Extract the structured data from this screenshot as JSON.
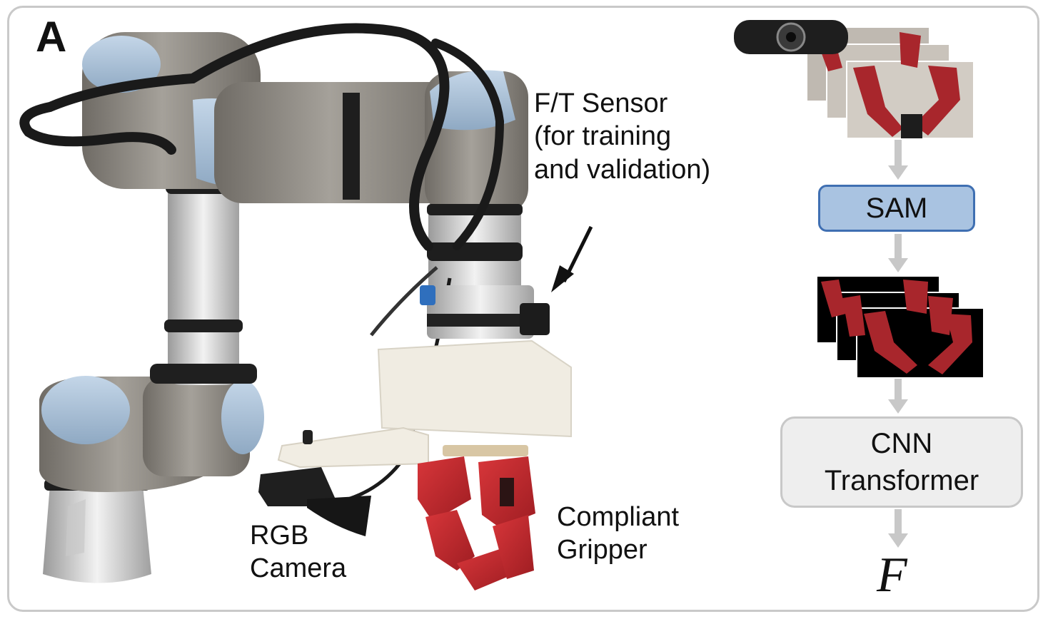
{
  "panel_label": "A",
  "labels": {
    "ft_sensor": "F/T Sensor",
    "ft_sensor_note_1": "(for training",
    "ft_sensor_note_2": "and validation)",
    "rgb_camera_1": "RGB",
    "rgb_camera_2": "Camera",
    "gripper_1": "Compliant",
    "gripper_2": "Gripper"
  },
  "pipeline": {
    "sam_label": "SAM",
    "cnn_label": "CNN",
    "transformer_label": "Transformer",
    "output_symbol": "F"
  },
  "colors": {
    "robot_body": "#8a867f",
    "robot_cap": "#a7bfd6",
    "sam_fill": "#a9c3e1",
    "sam_border": "#3f6fb2",
    "cnn_fill": "#eeeeee",
    "cnn_border": "#c8c8c8",
    "arrow": "#c8c8c8",
    "gripper": "#c0282d"
  }
}
